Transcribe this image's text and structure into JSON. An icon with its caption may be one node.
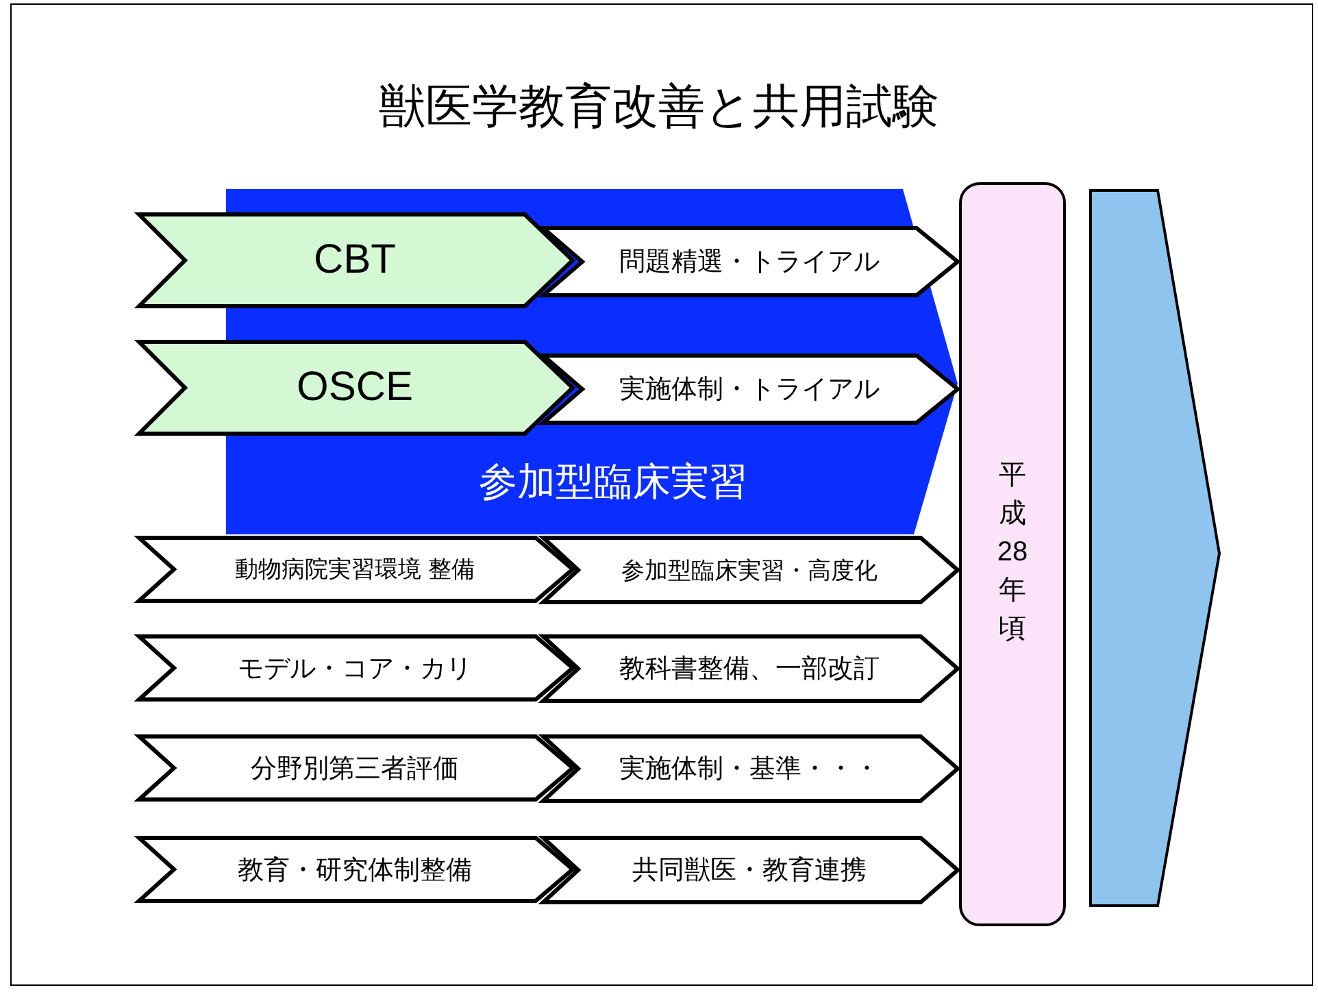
{
  "diagram": {
    "title": "獣医学教育改善と共用試験",
    "nodes": [
      {
        "text": [
          "参加型臨床実習"
        ]
      },
      {
        "text": [
          "CBT"
        ]
      },
      {
        "text": [
          "問題精選・トライアル"
        ],
        "in": 0
      },
      {
        "text": [
          "OSCE"
        ]
      },
      {
        "text": [
          "実施体制・トライアル"
        ],
        "in": 0
      },
      {
        "text": [
          "動物病院実習環境 整備"
        ]
      },
      {
        "text": [
          "参加型臨床実習・高度化"
        ]
      },
      {
        "text": [
          "モデル・コア・カリ"
        ]
      },
      {
        "text": [
          "教科書整備、一部改訂"
        ]
      },
      {
        "text": [
          "分野別第三者評価"
        ]
      },
      {
        "text": [
          "実施体制・基準・・・"
        ]
      },
      {
        "text": [
          "教育・研究体制整備"
        ]
      },
      {
        "text": [
          "共同獣医・教育連携"
        ]
      },
      {
        "text": [
          "平成28年頃"
        ]
      },
      {
        "text": [],
        "shape": "arrow"
      }
    ]
  }
}
